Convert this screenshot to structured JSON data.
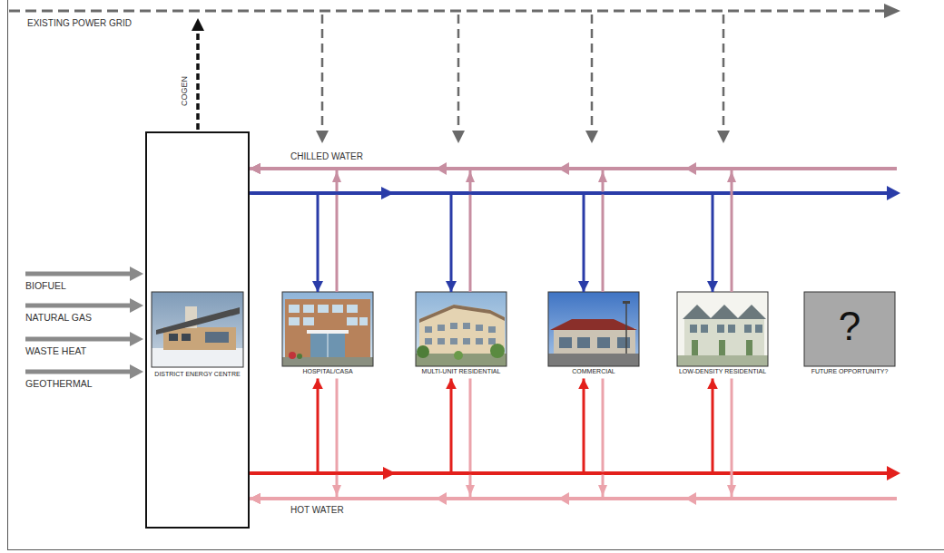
{
  "diagram": {
    "nodes": [
      {
        "text": [
          "DISTRICT ENERGY CENTRE"
        ]
      },
      {
        "text": [
          "HOSPITAL/CASA"
        ]
      },
      {
        "text": [
          "MULTI-UNIT RESIDENTIAL"
        ]
      },
      {
        "text": [
          "COMMERCIAL"
        ]
      },
      {
        "text": [
          "LOW-DENSITY RESIDENTIAL"
        ]
      },
      {
        "text": [
          "?",
          "FUTURE OPPORTUNITY?"
        ]
      }
    ],
    "edges": [
      {
        "from": 0,
        "to": 1,
        "arrow": "to"
      },
      {
        "from": 1,
        "to": 0,
        "arrow": "to"
      },
      {
        "from": 0,
        "to": 1,
        "arrow": "to"
      },
      {
        "from": 1,
        "to": 0,
        "arrow": "to"
      },
      {
        "from": 0,
        "to": 2,
        "arrow": "to"
      },
      {
        "from": 2,
        "to": 0,
        "arrow": "to"
      },
      {
        "from": 0,
        "to": 2,
        "arrow": "to"
      },
      {
        "from": 2,
        "to": 0,
        "arrow": "to"
      },
      {
        "from": 0,
        "to": 3,
        "arrow": "to"
      },
      {
        "from": 3,
        "to": 0,
        "arrow": "to"
      },
      {
        "from": 0,
        "to": 3,
        "arrow": "to"
      },
      {
        "from": 3,
        "to": 0,
        "arrow": "to"
      },
      {
        "from": 0,
        "to": 4,
        "arrow": "to"
      },
      {
        "from": 4,
        "to": 0,
        "arrow": "to"
      },
      {
        "from": 0,
        "to": 4,
        "arrow": "to"
      },
      {
        "from": 4,
        "to": 0,
        "arrow": "to"
      }
    ],
    "labels": [
      "EXISTING POWER GRID",
      "COGEN",
      "BIOFUEL",
      "NATURAL GAS",
      "WASTE HEAT",
      "GEOTHERMAL",
      "CHILLED WATER",
      "HOT WATER"
    ]
  }
}
